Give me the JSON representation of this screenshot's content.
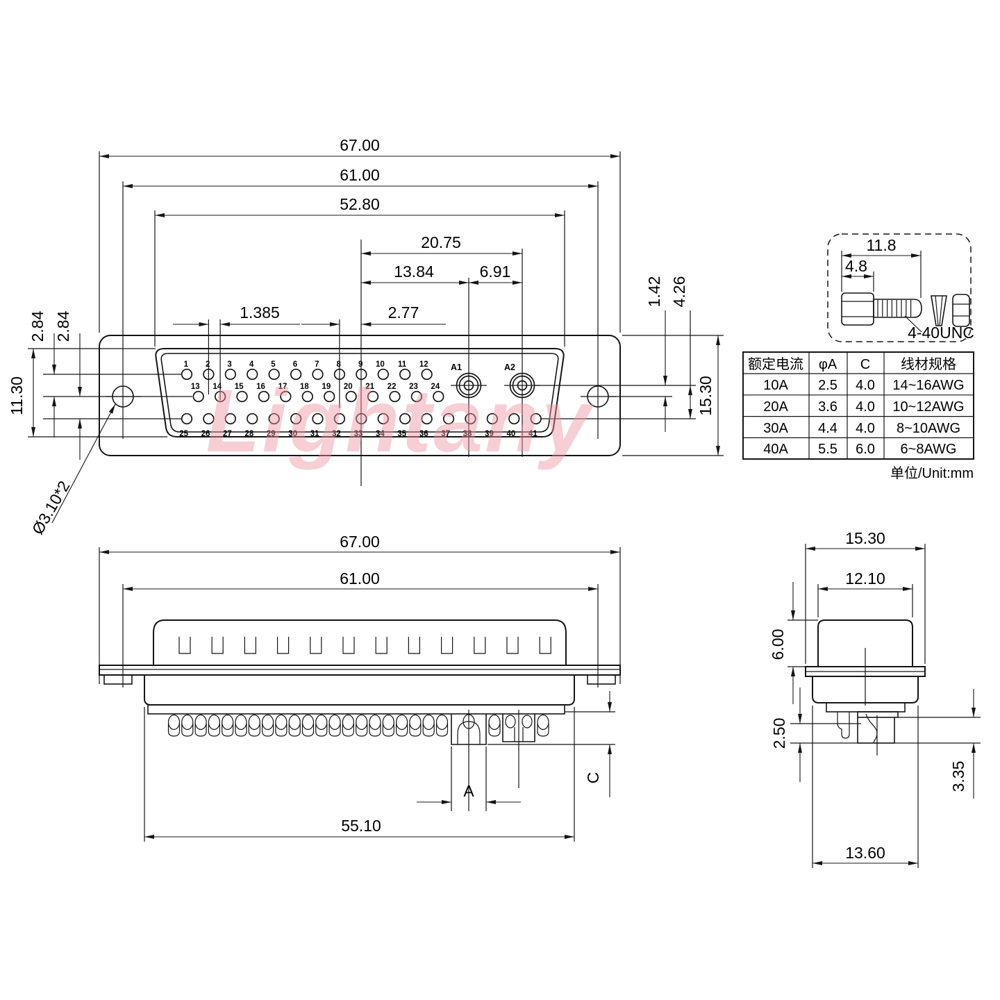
{
  "watermark": "Lightany",
  "front_view": {
    "dim_labels": {
      "overall_width": "67.00",
      "mount_spacing": "61.00",
      "shell_width": "52.80",
      "center_to_a2": "20.75",
      "center_to_a1": "13.84",
      "a1_to_a2": "6.91",
      "row_stagger": "1.385",
      "pin_pitch": "2.77",
      "row_gap_top": "2.84",
      "row_gap_bottom": "2.84",
      "shell_height": "11.30",
      "mount_hole_dia": "Ø3.10*2",
      "a_to_row2": "1.42",
      "a_to_row3": "4.26",
      "flange_height": "15.30"
    },
    "pin_labels": {
      "row1": [
        "1",
        "2",
        "3",
        "4",
        "5",
        "6",
        "7",
        "8",
        "9",
        "10",
        "11",
        "12"
      ],
      "row2": [
        "13",
        "14",
        "15",
        "16",
        "17",
        "18",
        "19",
        "20",
        "21",
        "22",
        "23",
        "24"
      ],
      "row3": [
        "25",
        "26",
        "27",
        "28",
        "29",
        "30",
        "31",
        "32",
        "33",
        "34",
        "35",
        "36",
        "37",
        "38",
        "39",
        "40",
        "41"
      ],
      "aux": [
        "A1",
        "A2"
      ]
    }
  },
  "screw_detail": {
    "overall_length": "11.8",
    "head_length": "4.8",
    "thread_spec": "4-40UNC"
  },
  "spec_table": {
    "headers": [
      "额定电流",
      "φA",
      "C",
      "线材规格"
    ],
    "rows": [
      [
        "10A",
        "2.5",
        "4.0",
        "14~16AWG"
      ],
      [
        "20A",
        "3.6",
        "4.0",
        "10~12AWG"
      ],
      [
        "30A",
        "4.4",
        "4.0",
        "8~10AWG"
      ],
      [
        "40A",
        "5.5",
        "6.0",
        "6~8AWG"
      ]
    ],
    "unit_note": "单位/Unit:mm"
  },
  "rear_view": {
    "overall_width": "67.00",
    "mount_spacing": "61.00",
    "insulator_width": "55.10",
    "dim_a": "A",
    "dim_c": "C"
  },
  "end_view": {
    "flange_width": "15.30",
    "hood_width": "12.10",
    "hood_height": "6.00",
    "cup_offset": "2.50",
    "tail_length": "3.35",
    "body_width": "13.60"
  }
}
